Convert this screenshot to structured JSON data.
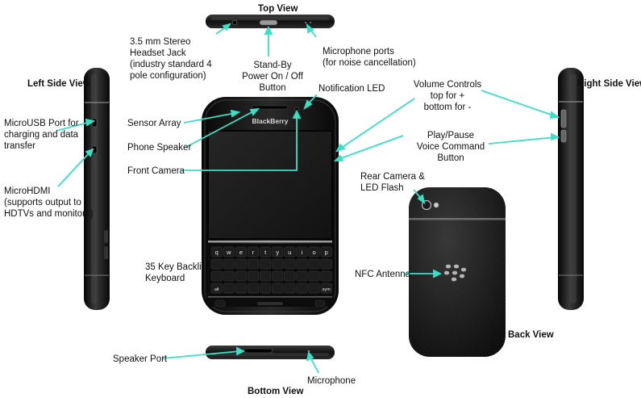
{
  "view_titles": {
    "top": "Top View",
    "left": "Left Side View",
    "right": "Right Side View",
    "back": "Back View",
    "bottom": "Bottom View"
  },
  "labels": {
    "headset_jack": "3.5 mm Stereo\nHeadset Jack\n(industry standard 4\npole  configuration)",
    "mic_ports": "Microphone ports\n(for noise cancellation)",
    "standby": "Stand-By\nPower On / Off Button",
    "notification_led": "Notification LED",
    "volume": "Volume Controls\ntop for +\nbottom for -",
    "play_pause": "Play/Pause\nVoice Command Button",
    "microusb": "MicroUSB Port for\ncharging and data\ntransfer",
    "microhdmi": "MicroHDMI\n(supports output to\nHDTVs and monitors)",
    "sensor_array": "Sensor Array",
    "phone_speaker": "Phone Speaker",
    "front_camera": "Front Camera",
    "rear_camera": "Rear Camera &\nLED Flash",
    "keyboard": "35 Key Backlit\nKeyboard",
    "nfc": "NFC Antenna",
    "speaker_port": "Speaker Port",
    "microphone": "Microphone"
  },
  "brand": "BlackBerry",
  "keyboard_keys": {
    "row1": [
      "q",
      "w",
      "e",
      "r",
      "t",
      "y",
      "u",
      "i",
      "o",
      "p"
    ],
    "row4_left": "alt",
    "row4_right": "sym"
  },
  "colors": {
    "callout": "#39e0c4",
    "device": "#141414",
    "bezel": "#2a2a2a",
    "screen": "#1c1c1c"
  }
}
